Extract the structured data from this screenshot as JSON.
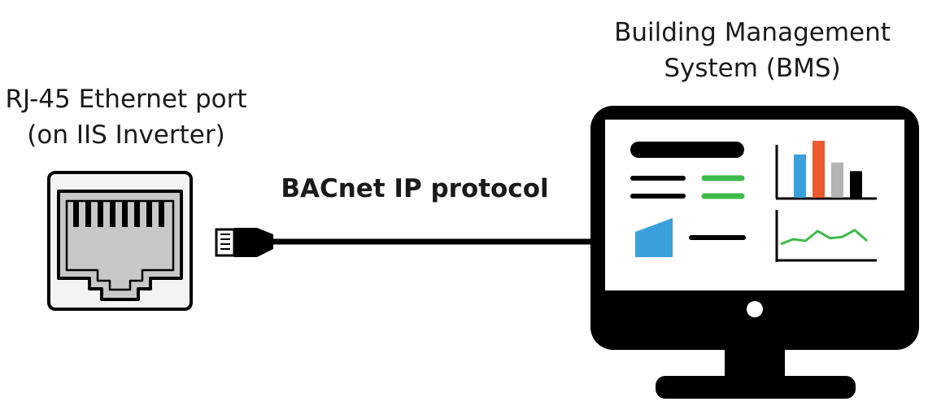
{
  "port": {
    "label_line1": "RJ-45 Ethernet port",
    "label_line2": "(on IIS Inverter)"
  },
  "cable": {
    "protocol_label": "BACnet IP protocol"
  },
  "bms": {
    "label_line1": "Building Management",
    "label_line2": "System (BMS)"
  },
  "screen_bar_chart": {
    "values": [
      0.7,
      0.92,
      0.57,
      0.43
    ],
    "colors": [
      "#3aa0dc",
      "#ec5a2e",
      "#b3b3b3",
      "#000000"
    ]
  },
  "screen_line_chart": {
    "values": [
      0.3,
      0.45,
      0.4,
      0.7,
      0.48,
      0.52,
      0.73,
      0.4
    ]
  },
  "colors": {
    "outline": "#000000",
    "port_fill": "#c8c8c8",
    "port_bg": "#f3f3f3",
    "green": "#3dba4a",
    "blue": "#3aa0dc",
    "orange": "#ec5a2e"
  }
}
